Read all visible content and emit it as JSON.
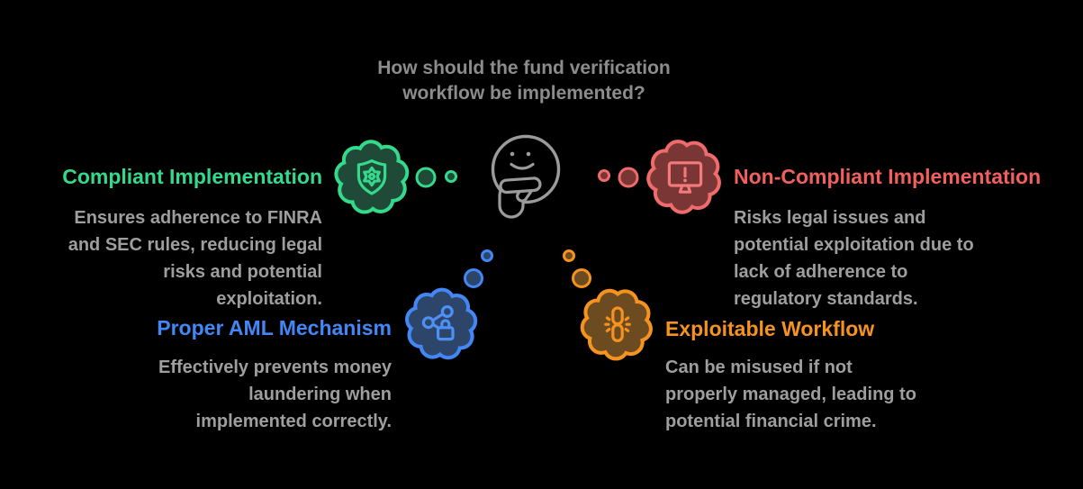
{
  "title": {
    "text": "How should the fund verification\nworkflow be implemented?"
  },
  "accent_colors": {
    "green": "#34D98C",
    "red": "#F25F5F",
    "blue": "#4287F5",
    "orange": "#F6921E",
    "gray_text": "#9E9E9E",
    "title_gray": "#8C8C8C"
  },
  "center_icon": "thinking-face",
  "sections": {
    "compliant": {
      "heading": "Compliant Implementation",
      "body": "Ensures adherence to FINRA\nand SEC rules, reducing legal\nrisks and potential\nexploitation.",
      "icon": "shield-gear"
    },
    "non_compliant": {
      "heading": "Non-Compliant Implementation",
      "body": "Risks legal issues and\npotential exploitation due to\nlack of adherence to\nregulatory standards.",
      "icon": "monitor-alert"
    },
    "aml": {
      "heading": "Proper AML Mechanism",
      "body": "Effectively prevents money\nlaundering when\nimplemented correctly.",
      "icon": "share-lock"
    },
    "exploitable": {
      "heading": "Exploitable Workflow",
      "body": "Can be misused if not\nproperly managed, leading to\npotential financial crime.",
      "icon": "broken-chain"
    }
  }
}
